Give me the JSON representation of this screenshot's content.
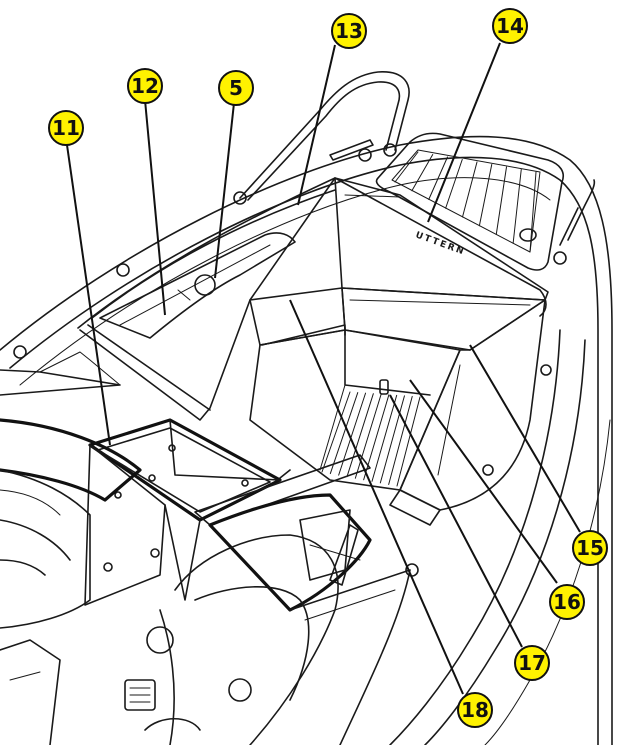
{
  "diagram": {
    "bubble_color": "#FFF200",
    "line_color": "#111111",
    "brand_mark": "UTTERN",
    "callouts": [
      {
        "id": "c11",
        "label": "11"
      },
      {
        "id": "c12",
        "label": "12"
      },
      {
        "id": "c5",
        "label": "5"
      },
      {
        "id": "c13",
        "label": "13"
      },
      {
        "id": "c14",
        "label": "14"
      },
      {
        "id": "c15",
        "label": "15"
      },
      {
        "id": "c16",
        "label": "16"
      },
      {
        "id": "c17",
        "label": "17"
      },
      {
        "id": "c18",
        "label": "18"
      }
    ]
  }
}
